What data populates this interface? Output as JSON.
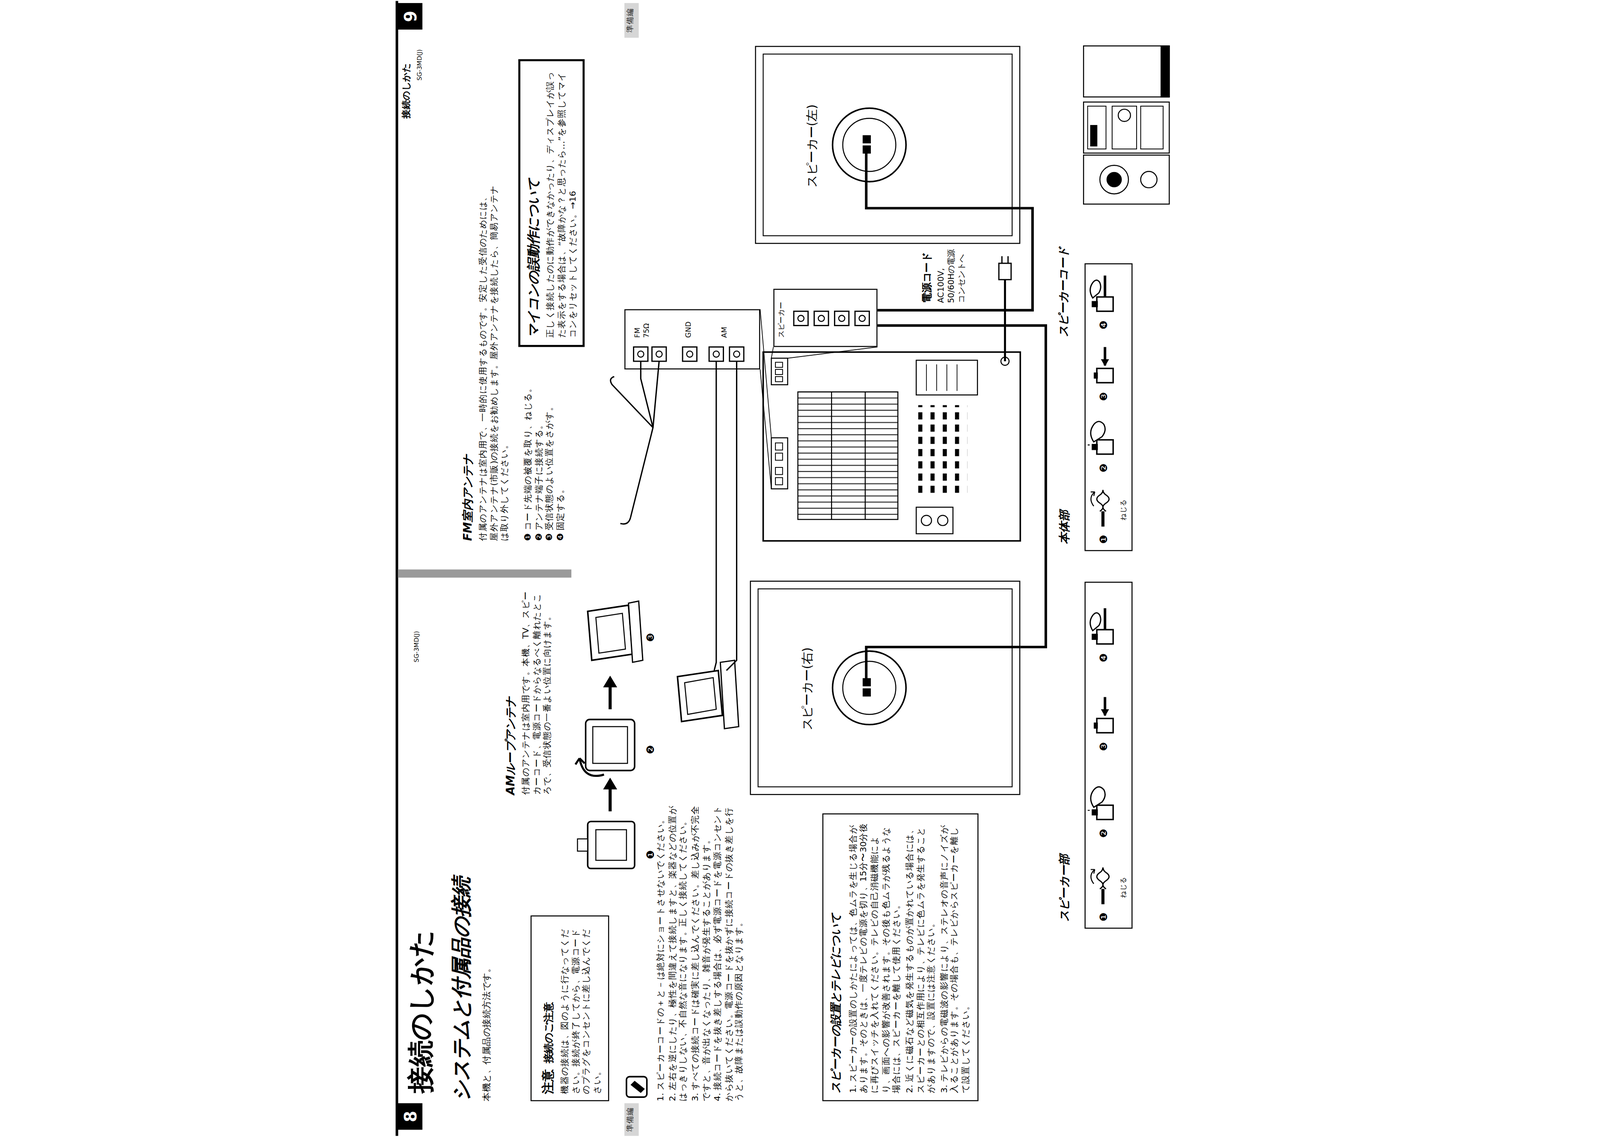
{
  "diagram": {
    "title": "接続のしかた",
    "nodes": [
      {
        "text": [
          "注意",
          "接続のご注意",
          "機器の接続は、図のように行なってください。接続が終了してから、電源コードのプラグをコンセントに差し込んでください。"
        ]
      },
      {
        "text": [
          "スピーカーの設置とテレビについて",
          "1. スピーカーの設置のしかたによっては、色ムラを生じる場合があります。そのときは、一度テレビの電源を切り、15分〜30分後に再びスイッチを入れてください。テレビの自己消磁機能により、画面への影響が改善されます。その後も色ムラが残るような場合には、スピーカーを離して使用ください。",
          "2. 近くに磁石など磁気を発生するものが置かれている場合には、スピーカーとの相互作用により、テレビに色ムラを発生することがありますので、設置には注意ください。",
          "3. テレビからの電磁波の影響により、ステレオの音声にノイズが入ることがあります。その場合も、テレビからスピーカーを離して設置してください。"
        ]
      },
      {
        "text": [
          "スピーカー(右)"
        ]
      },
      {
        "text": [
          "スピーカー部",
          "❶",
          "ねじる",
          "❷",
          "❸",
          "❹"
        ]
      },
      {
        "text": [
          "マイコンの誤動作について",
          "正しく接続したのに動作ができなかったり、ディスプレイが誤った表示をする場合は、“故障かな？と思ったら…”を参照してマイコンをリセットしてください。→16"
        ]
      },
      {
        "text": [
          "FM 75Ω",
          "GND",
          "AM"
        ]
      },
      {
        "text": [
          "スピーカー"
        ]
      },
      {
        "text": [
          "スピーカー(左)"
        ]
      },
      {
        "text": [
          "本体部",
          "❶",
          "ねじる",
          "❷",
          "❸",
          "❹"
        ]
      }
    ],
    "edges": [
      {
        "from": 2,
        "to": 6,
        "arrow": "none"
      },
      {
        "from": 7,
        "to": 6,
        "arrow": "none"
      }
    ],
    "labels": [
      "8",
      "準備編",
      "SG-3MD(J)",
      "システムと付属品の接続",
      "本機と、付属品の接続方法です。",
      "1. スピーカーコードの＋と－は絶対にショートさせないでください。",
      "2. 左右を逆にしたり、極性を間違えて接続しますと、楽器などの位置がはっきりしない、不自然な音になります。正しく接続してください。",
      "3. すべての接続コードは確実に差し込んでください。差し込みが不完全ですと、音が出なくなったり、雑音が発生することがあります。",
      "4. 接続コードを抜き差しする場合は、必ず電源コードを電源コンセントから抜いてください。電源コードを抜かずに接続コードの抜き差しを行うと、故障または誤動作の原因となります。",
      "AMループアンテナ",
      "付属のアンテナは室内用です。本機、TV、スピーカーコード、電源コードからなるべく離れたところで、受信状態の一番よい位置に向けます。",
      "❶",
      "❷",
      "❸",
      "9",
      "接続のしかた",
      "SG-3MD(J)",
      "準備編",
      "FM室内アンテナ",
      "付属のアンテナは室内用で、一時的に使用するものです。安定した受信のためには、屋外アンテナ(市販)の接続をお勧めします。屋外アンテナを接続したら、簡易アンテナは取り外してください。",
      "❶ コード先端の被覆を取り、ねじる。",
      "❷ アンテナ端子に接続する。",
      "❸ 受信状態のよい位置をさがす。",
      "❹ 固定する。",
      "電源コード",
      "AC100V, 50/60Hの電源コンセントへ",
      "スピーカーコード"
    ]
  }
}
